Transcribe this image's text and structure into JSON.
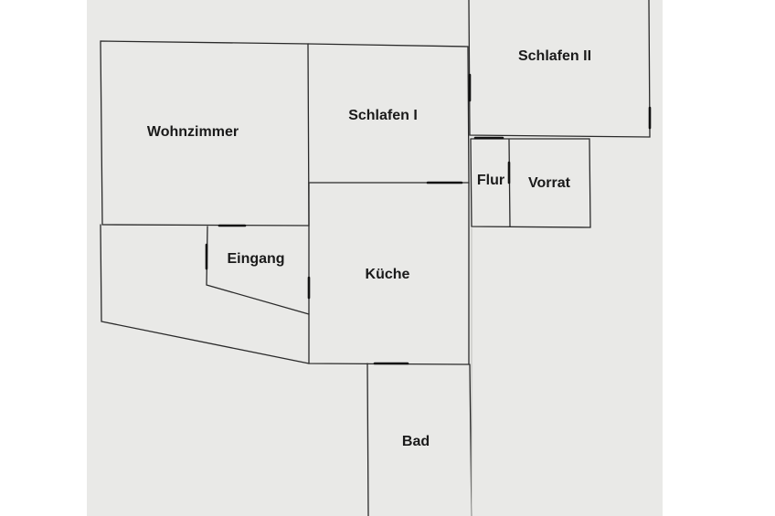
{
  "floor_plan": {
    "rooms": [
      {
        "id": "wohnzimmer",
        "label": "Wohnzimmer"
      },
      {
        "id": "schlafen-1",
        "label": "Schlafen I"
      },
      {
        "id": "schlafen-2",
        "label": "Schlafen II"
      },
      {
        "id": "flur",
        "label": "Flur"
      },
      {
        "id": "vorrat",
        "label": "Vorrat"
      },
      {
        "id": "eingang",
        "label": "Eingang"
      },
      {
        "id": "kueche",
        "label": "Küche"
      },
      {
        "id": "bad",
        "label": "Bad"
      }
    ]
  }
}
